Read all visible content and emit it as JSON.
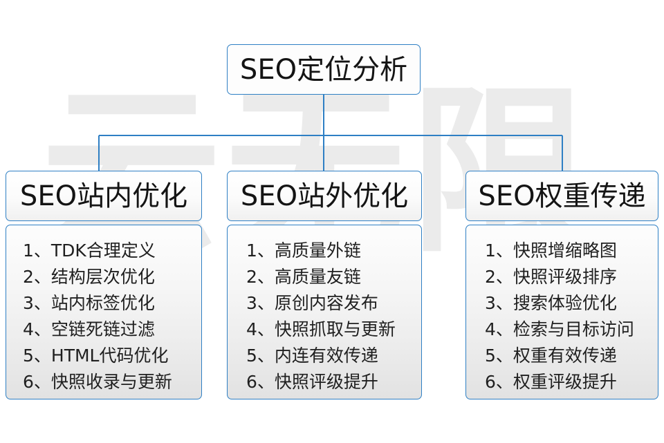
{
  "diagram": {
    "title": "SEO定位分析",
    "watermark": "云无限",
    "accent_color": "#2e7fc4",
    "text_color": "#141414",
    "background_color": "#ffffff",
    "root": {
      "label": "SEO定位分析"
    },
    "branches": [
      {
        "header": "SEO站内优化",
        "items": [
          "1、TDK合理定义",
          "2、结构层次优化",
          "3、站内标签优化",
          "4、空链死链过滤",
          "5、HTML代码优化",
          "6、快照收录与更新"
        ]
      },
      {
        "header": "SEO站外优化",
        "items": [
          "1、高质量外链",
          "2、高质量友链",
          "3、原创内容发布",
          "4、快照抓取与更新",
          "5、内连有效传递",
          "6、快照评级提升"
        ]
      },
      {
        "header": "SEO权重传递",
        "items": [
          "1、快照增缩略图",
          "2、快照评级排序",
          "3、搜索体验优化",
          "4、检索与目标访问",
          "5、权重有效传递",
          "6、权重评级提升"
        ]
      }
    ]
  }
}
